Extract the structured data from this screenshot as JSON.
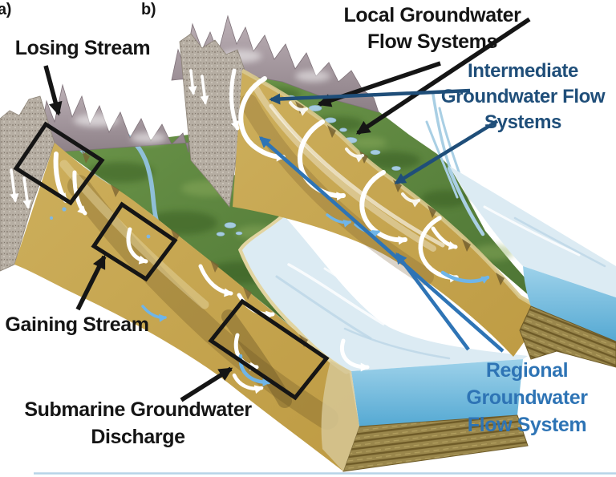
{
  "figure": {
    "panel_a": {
      "label": "a)"
    },
    "panel_b": {
      "label": "b)"
    },
    "labels": {
      "losing_stream": "Losing Stream",
      "gaining_stream": "Gaining Stream",
      "submarine_discharge": "Submarine Groundwater Discharge",
      "local_flow": "Local Groundwater Flow Systems",
      "intermediate_flow": "Intermediate Groundwater Flow Systems",
      "regional_flow": "Regional Groundwater Flow System"
    },
    "colors": {
      "label_black": "#151515",
      "intermediate_blue": "#1F4E79",
      "regional_blue": "#2E74B5",
      "sediment_tan": "#C7A24C",
      "terrain_green": "#5E8A43",
      "rock_gray": "#B6AEA3",
      "mountain_mauve": "#A094A0",
      "ocean_surface_pale": "#DCEBF3",
      "ocean_front_blue": "#64B4D9",
      "bedrock_olive": "#95834B",
      "flow_arrow_white": "#FFFFFF",
      "coastal_arrow_blue": "#6FB5E8"
    }
  }
}
